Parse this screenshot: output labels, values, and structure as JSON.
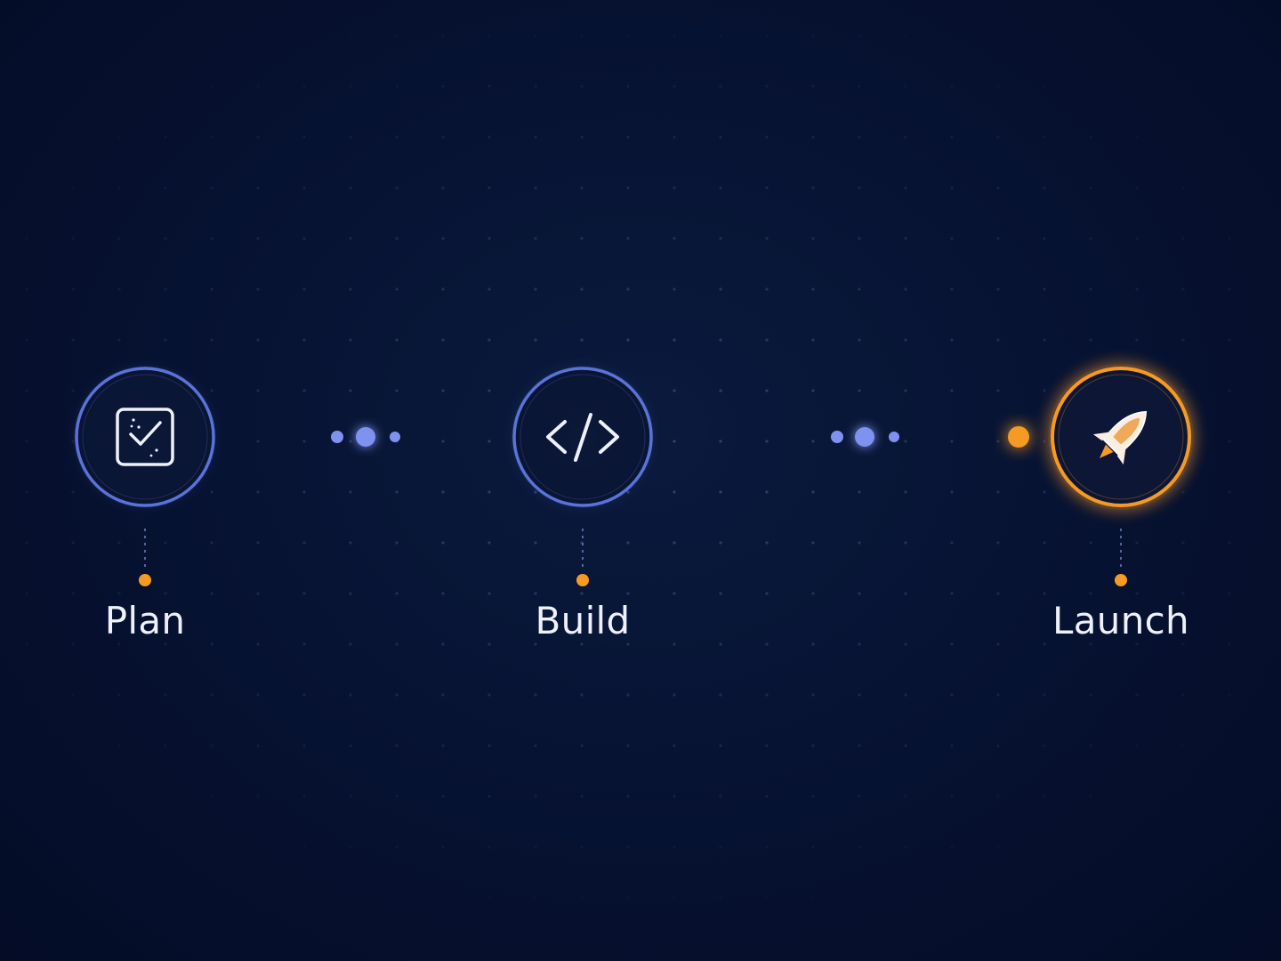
{
  "steps": [
    {
      "id": "plan",
      "label": "Plan",
      "icon": "checklist-icon",
      "state": "complete"
    },
    {
      "id": "build",
      "label": "Build",
      "icon": "code-icon",
      "state": "complete"
    },
    {
      "id": "launch",
      "label": "Launch",
      "icon": "rocket-icon",
      "state": "active"
    }
  ],
  "colors": {
    "background": "#071333",
    "node_stroke": "#5b73d9",
    "connector": "#5d74d6",
    "dot": "#7f92f0",
    "accent": "#f59a23",
    "label": "#eef1fa"
  }
}
